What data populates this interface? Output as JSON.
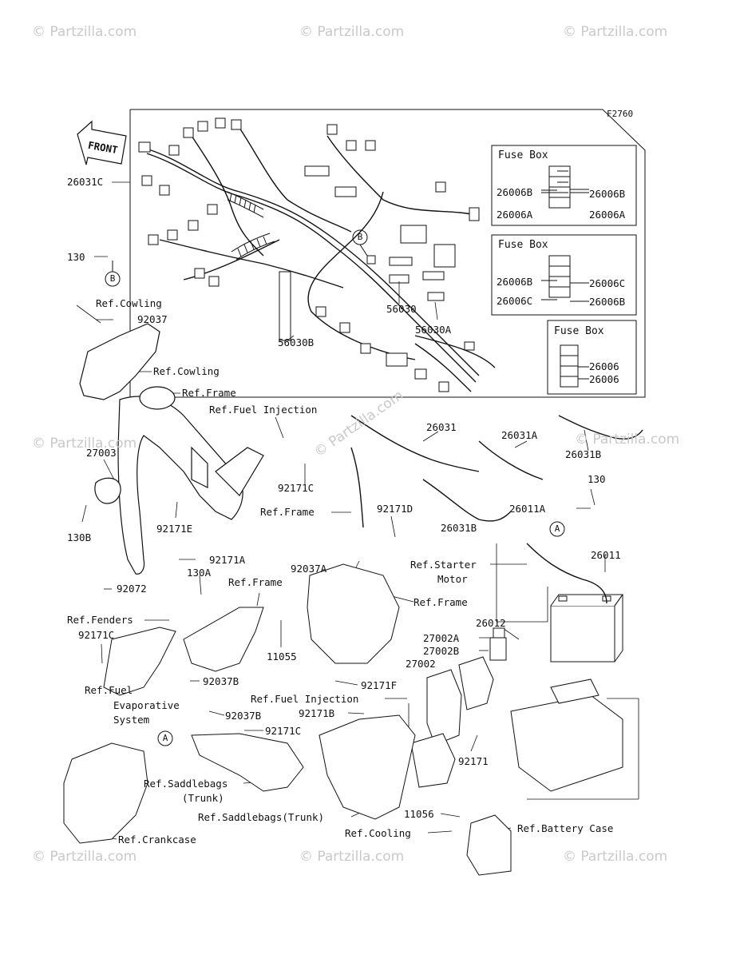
{
  "figure_code": "F2760",
  "front_arrow": "FRONT",
  "watermark": "© Partzilla.com",
  "callout_b": "B",
  "callout_a": "A",
  "fuse_boxes": [
    {
      "title": "Fuse Box",
      "left_labels": [
        "26006B",
        "26006A"
      ],
      "right_labels": [
        "26006B",
        "26006A"
      ]
    },
    {
      "title": "Fuse Box",
      "left_labels": [
        "26006B",
        "26006C"
      ],
      "right_labels": [
        "26006C",
        "26006B"
      ]
    },
    {
      "title": "Fuse Box",
      "right_labels": [
        "26006",
        "26006"
      ]
    }
  ],
  "labels": {
    "l26031C": "26031C",
    "l130": "130",
    "l56030": "56030",
    "l56030A": "56030A",
    "l56030B": "56030B",
    "lRefCowling1": "Ref.Cowling",
    "l92037": "92037",
    "lRefCowling2": "Ref.Cowling",
    "lRefFrame1": "Ref.Frame",
    "lRefFuelInj1": "Ref.Fuel Injection",
    "l26031": "26031",
    "l26031A": "26031A",
    "l26031B1": "26031B",
    "l27003": "27003",
    "l92171C1": "92171C",
    "l130B": "130B",
    "l92171E": "92171E",
    "lRefFrame2": "Ref.Frame",
    "l92171D": "92171D",
    "l26031B2": "26031B",
    "l130r": "130",
    "l26011A": "26011A",
    "l26011": "26011",
    "l92171A": "92171A",
    "l130A": "130A",
    "lRefFrame3": "Ref.Frame",
    "l92037A": "92037A",
    "lRefFrame4": "Ref.Frame",
    "lRefStarter": "Ref.Starter",
    "lMotor": "Motor",
    "l92072": "92072",
    "lRefFenders": "Ref.Fenders",
    "l92171C2": "92171C",
    "l11055": "11055",
    "l26012": "26012",
    "l27002A": "27002A",
    "l27002B": "27002B",
    "l27002": "27002",
    "l92171F": "92171F",
    "lRefFuel": "Ref.Fuel",
    "lEvaporative": "Evaporative",
    "lSystem": "System",
    "l92037B1": "92037B",
    "lRefFuelInj2": "Ref.Fuel Injection",
    "l92037B2": "92037B",
    "l92171B": "92171B",
    "l92171C3": "92171C",
    "l92171": "92171",
    "lRefSaddle1": "Ref.Saddlebags",
    "lTrunk": "(Trunk)",
    "lRefSaddle2": "Ref.Saddlebags(Trunk)",
    "l11056": "11056",
    "lRefCooling": "Ref.Cooling",
    "lRefBattery": "Ref.Battery Case",
    "lRefCrankcase": "Ref.Crankcase"
  }
}
